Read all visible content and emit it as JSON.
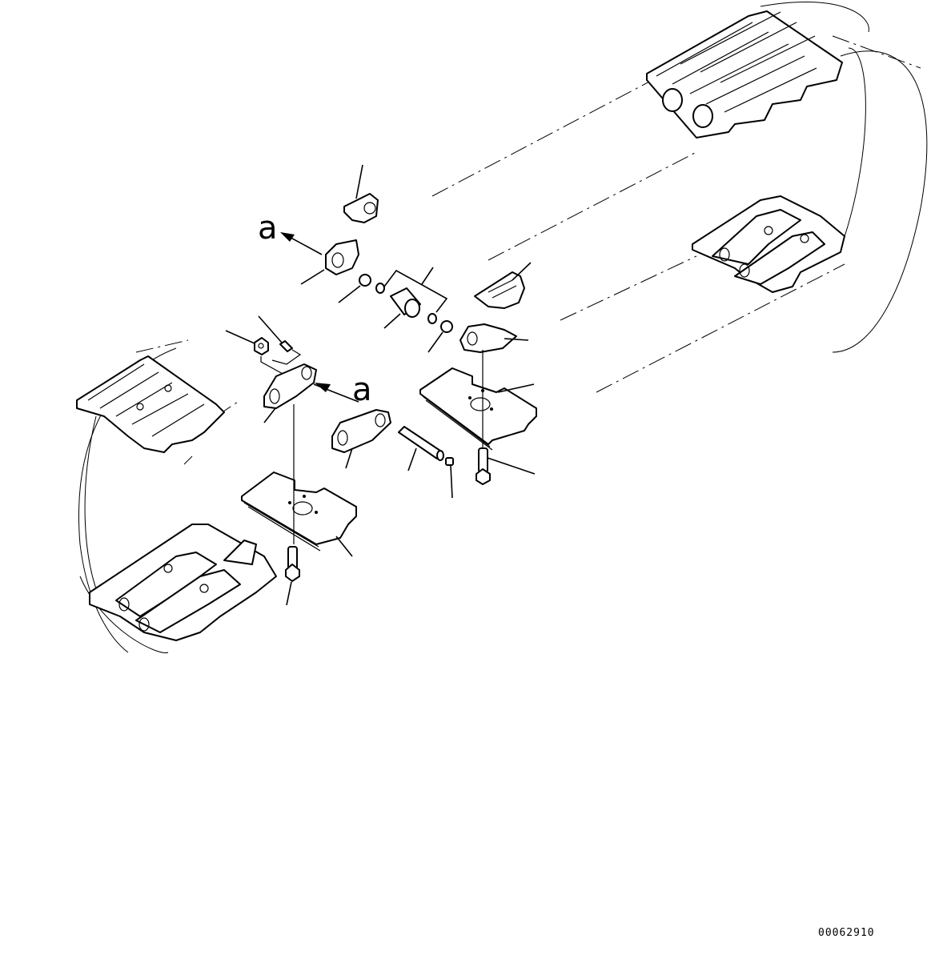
{
  "diagram": {
    "title": "Crawler track shoe assembly - exploded view",
    "view_labels": [
      {
        "id": "a_upper",
        "text": "a"
      },
      {
        "id": "a_lower",
        "text": "a"
      }
    ],
    "reference_number": "00062910",
    "components": [
      "track-shoe-group-top-right",
      "track-link-group-right",
      "track-shoe-group-left",
      "track-link-group-bottom-left",
      "master-link-left-upper",
      "master-link-right-upper",
      "seal",
      "spacer",
      "bushing",
      "seal-right",
      "spacer-right",
      "master-link-right-lower",
      "nut",
      "pin-stopper",
      "link-left",
      "link-left-lower",
      "master-pin",
      "pin-plug",
      "shoe-plate-right",
      "shoe-plate-left",
      "shoe-bolt-right",
      "shoe-bolt-left"
    ]
  }
}
